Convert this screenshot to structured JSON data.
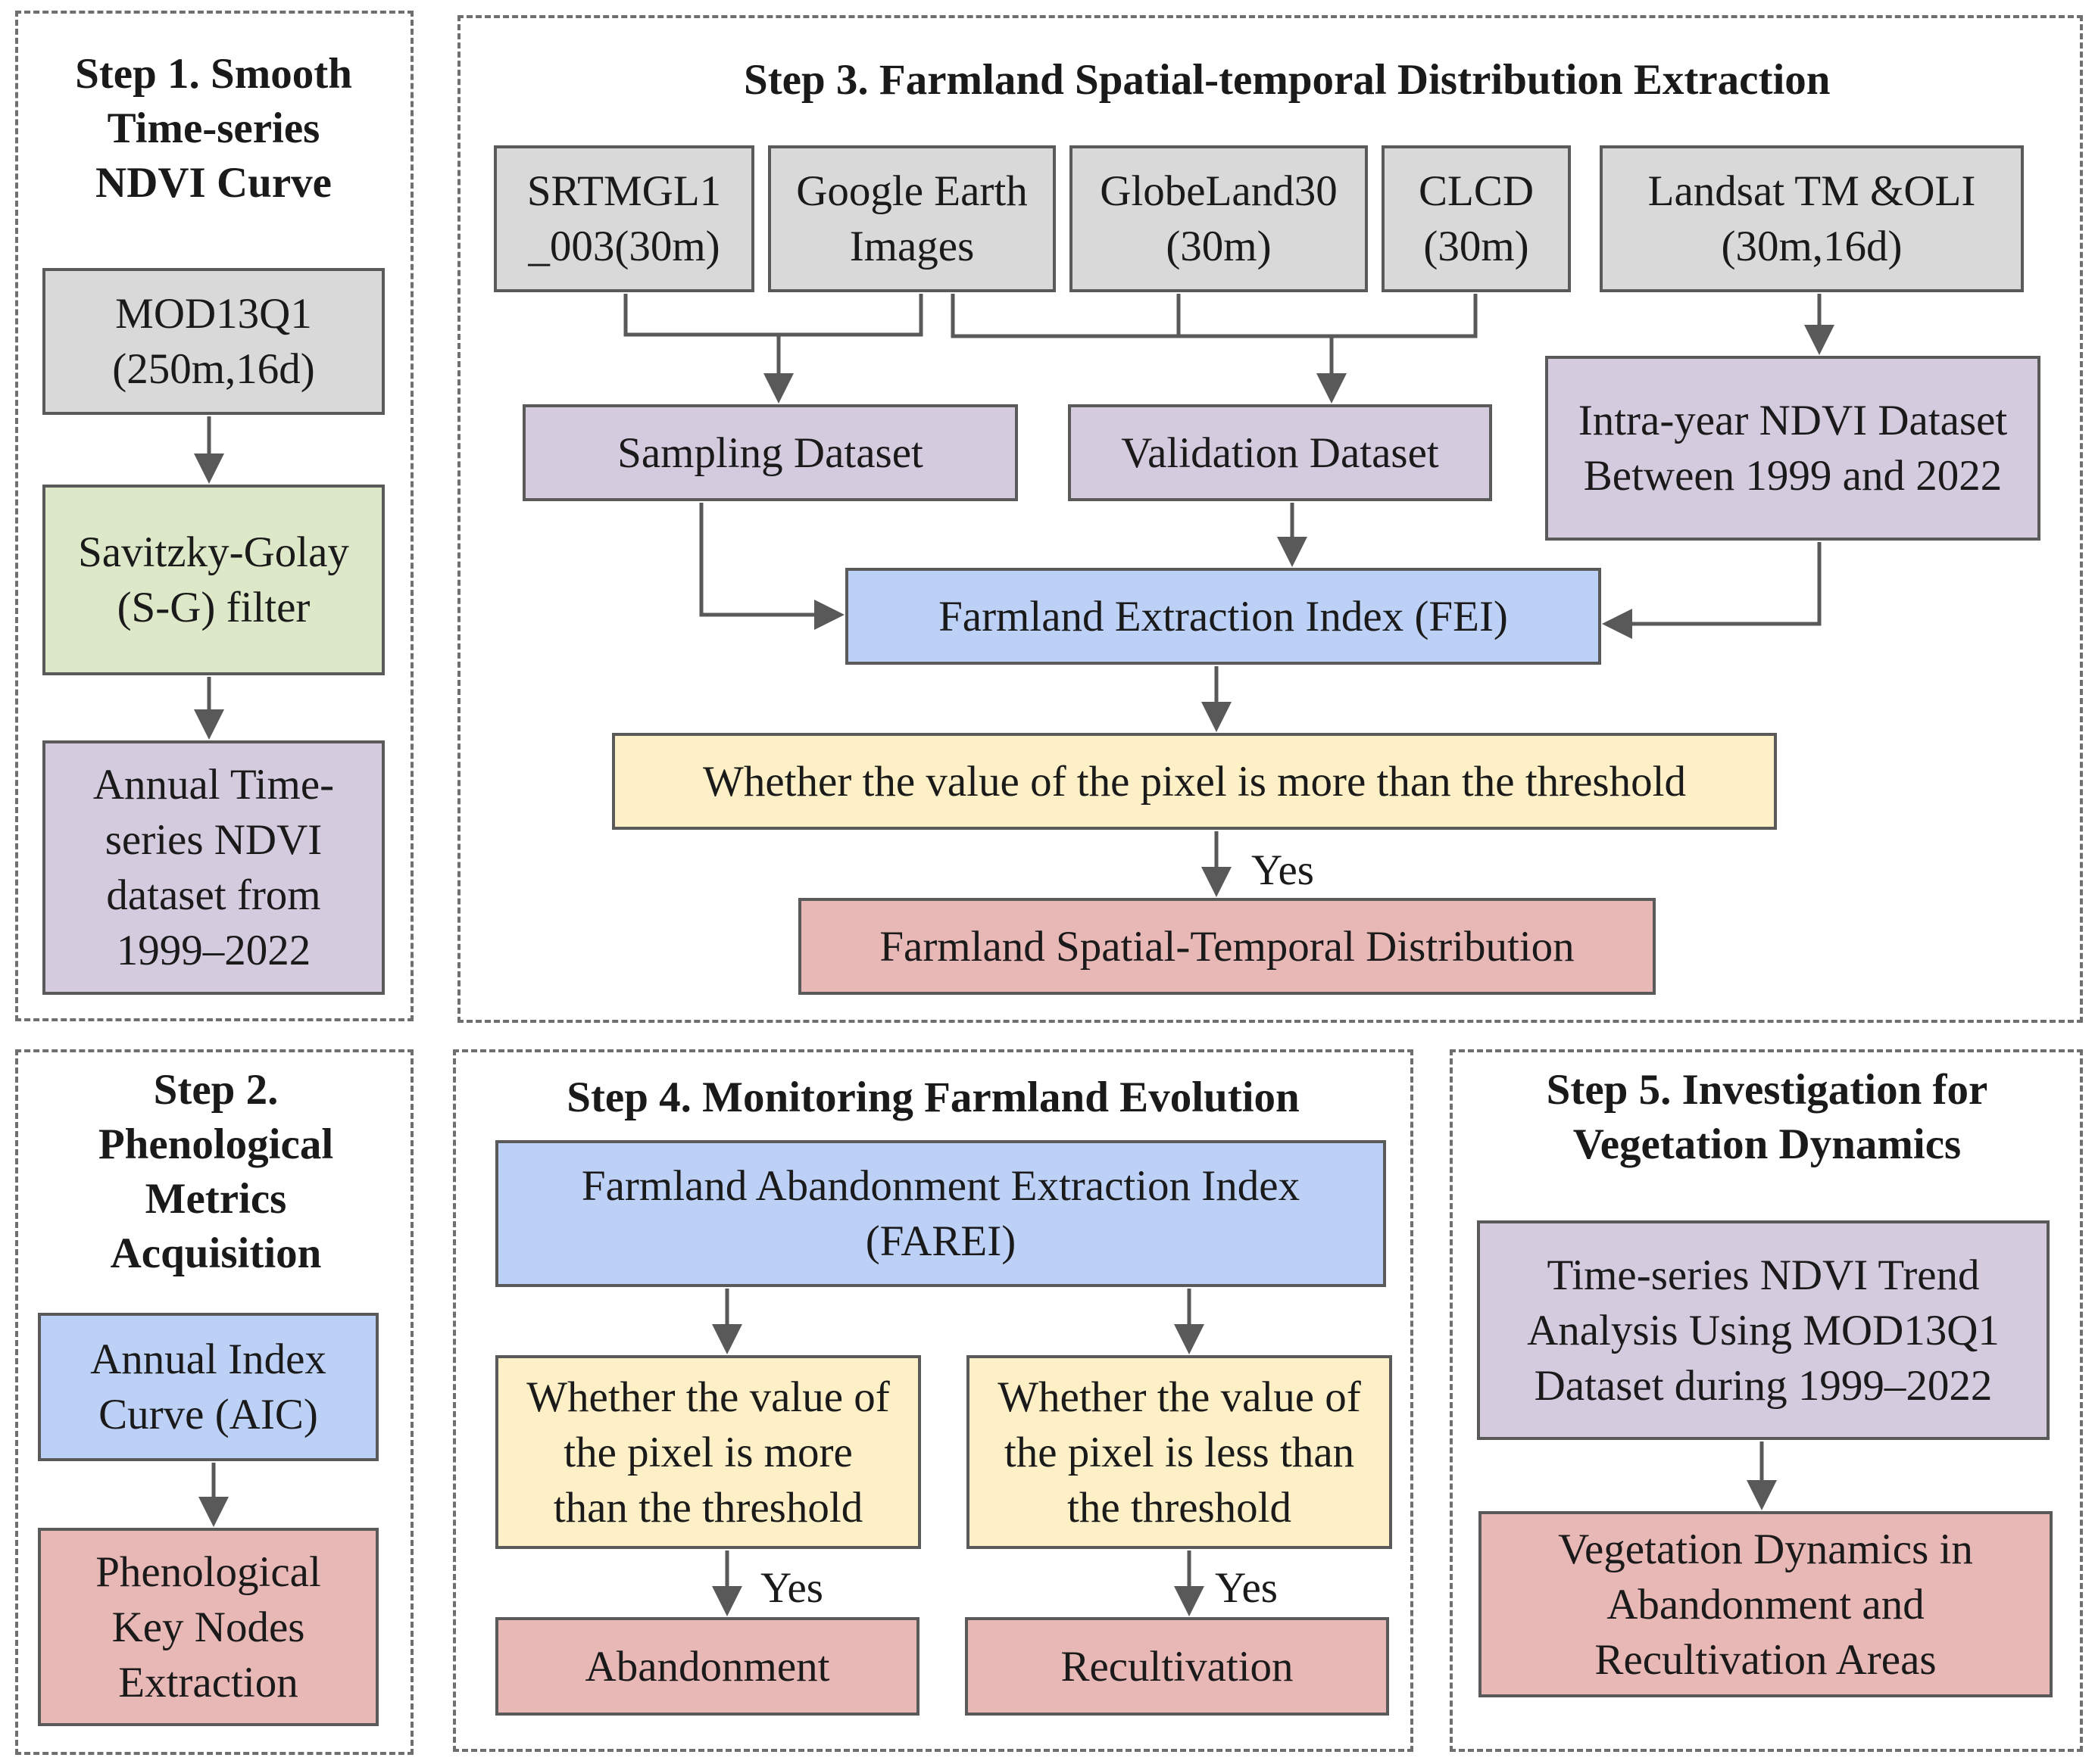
{
  "colors": {
    "gray": "#d9d9d9",
    "purple": "#d4cbdf",
    "green": "#dce8c8",
    "blue": "#bdd1f7",
    "yellow": "#fdf0c7",
    "red": "#e8b8b6",
    "connector": "#595959"
  },
  "step1": {
    "title": "Step 1. Smooth\nTime-series\nNDVI Curve",
    "mod13q1": "MOD13Q1\n(250m,16d)",
    "sg_filter": "Savitzky-Golay\n(S-G) filter",
    "annual_dataset": "Annual Time-\nseries NDVI\ndataset from\n1999–2022"
  },
  "step2": {
    "title": "Step 2.\nPhenological\nMetrics\nAcquisition",
    "aic": "Annual Index\nCurve  (AIC)",
    "key_nodes": "Phenological\nKey Nodes\nExtraction"
  },
  "step3": {
    "title": "Step 3. Farmland Spatial-temporal Distribution Extraction",
    "srtm": "SRTMGL1\n_003(30m)",
    "google_earth": "Google Earth\nImages",
    "globeland": "GlobeLand30\n(30m)",
    "clcd": "CLCD\n(30m)",
    "landsat": "Landsat TM &OLI\n(30m,16d)",
    "sampling": "Sampling Dataset",
    "validation": "Validation Dataset",
    "intra_year": "Intra-year NDVI Dataset\nBetween 1999 and 2022",
    "fei": "Farmland Extraction Index (FEI)",
    "threshold": "Whether the value of the pixel is more than the threshold",
    "yes": "Yes",
    "distribution": "Farmland Spatial-Temporal Distribution"
  },
  "step4": {
    "title": "Step 4. Monitoring Farmland Evolution",
    "farei": "Farmland Abandonment Extraction Index\n(FAREI)",
    "more_threshold": "Whether the value of\nthe pixel is more\nthan the threshold",
    "less_threshold": "Whether the value of\nthe pixel is less than\nthe threshold",
    "yes_left": "Yes",
    "yes_right": "Yes",
    "abandonment": "Abandonment",
    "recultivation": "Recultivation"
  },
  "step5": {
    "title": "Step 5. Investigation for\nVegetation Dynamics",
    "trend": "Time-series NDVI Trend\nAnalysis Using MOD13Q1\nDataset during 1999–2022",
    "dynamics": "Vegetation Dynamics in\nAbandonment and\nRecultivation Areas"
  }
}
